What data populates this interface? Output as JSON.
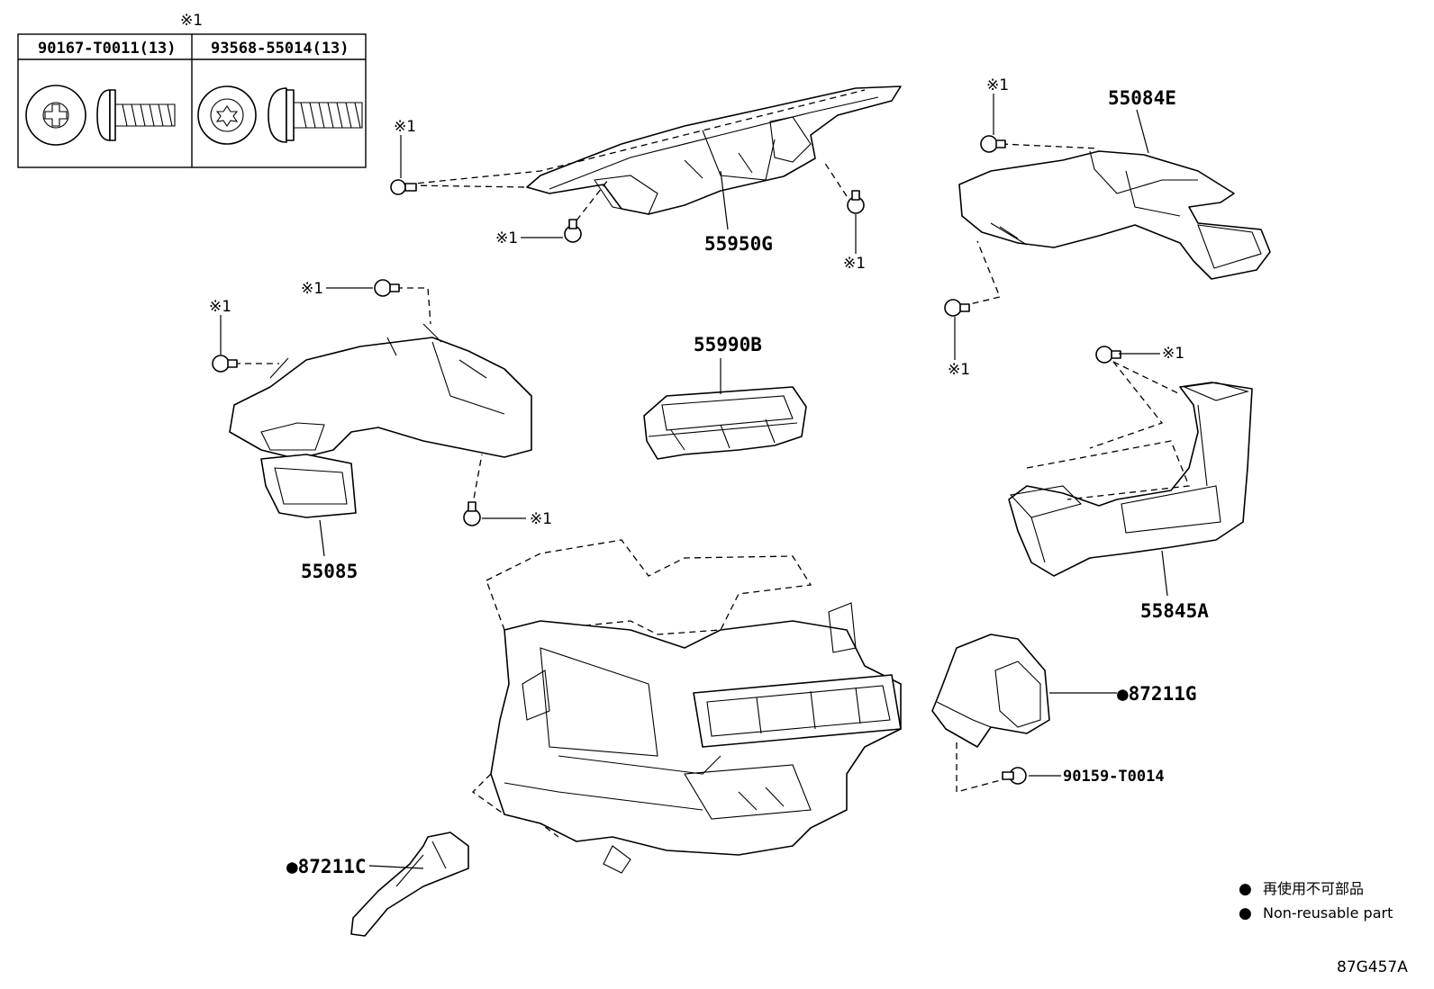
{
  "fastener_table": {
    "marker": "※1",
    "columns": [
      {
        "part_no": "90167-T0011(13)"
      },
      {
        "part_no": "93568-55014(13)"
      }
    ]
  },
  "callouts": {
    "mark": "※1"
  },
  "parts": {
    "p55950G": "55950G",
    "p55084E": "55084E",
    "p55990B": "55990B",
    "p55085": "55085",
    "p55845A": "55845A",
    "p87211G": "●87211G",
    "p90159": "90159-T0014",
    "p87211C": "●87211C"
  },
  "legend": {
    "line1": "再使用不可部品",
    "line2": "Non-reusable part",
    "bullet": "●"
  },
  "diagram_id": "87G457A"
}
